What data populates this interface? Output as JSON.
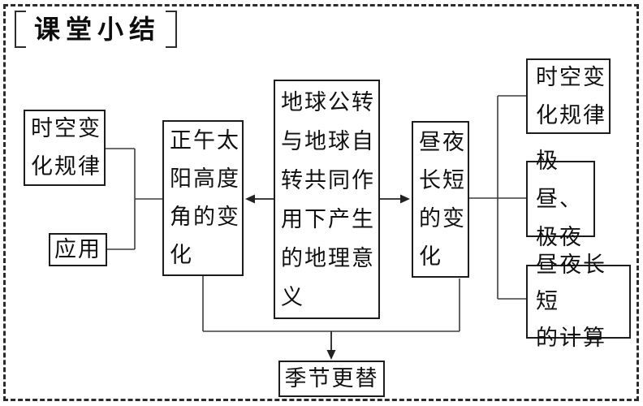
{
  "page": {
    "title": "课堂小结",
    "colors": {
      "background": "#ffffff",
      "frame_border": "#2b2b2b",
      "box_border": "#1c1c1c",
      "line": "#3d3d3d",
      "text": "#101010"
    }
  },
  "nodes": {
    "left_outer_top": {
      "label": "时空变\n化规律"
    },
    "left_outer_bottom": {
      "label": "应用"
    },
    "left_mid": {
      "label": "正午太\n阳高度\n角的变\n化"
    },
    "center": {
      "label": "地球公转\n与地球自\n转共同作\n用下产生\n的地理意\n义"
    },
    "right_mid": {
      "label": "昼夜\n长短\n的变\n化"
    },
    "right_outer_top": {
      "label": "时空变\n化规律"
    },
    "right_outer_mid": {
      "label": "极昼、\n极夜"
    },
    "right_outer_bottom": {
      "label": "昼夜长短\n的计算"
    },
    "bottom": {
      "label": "季节更替"
    }
  }
}
